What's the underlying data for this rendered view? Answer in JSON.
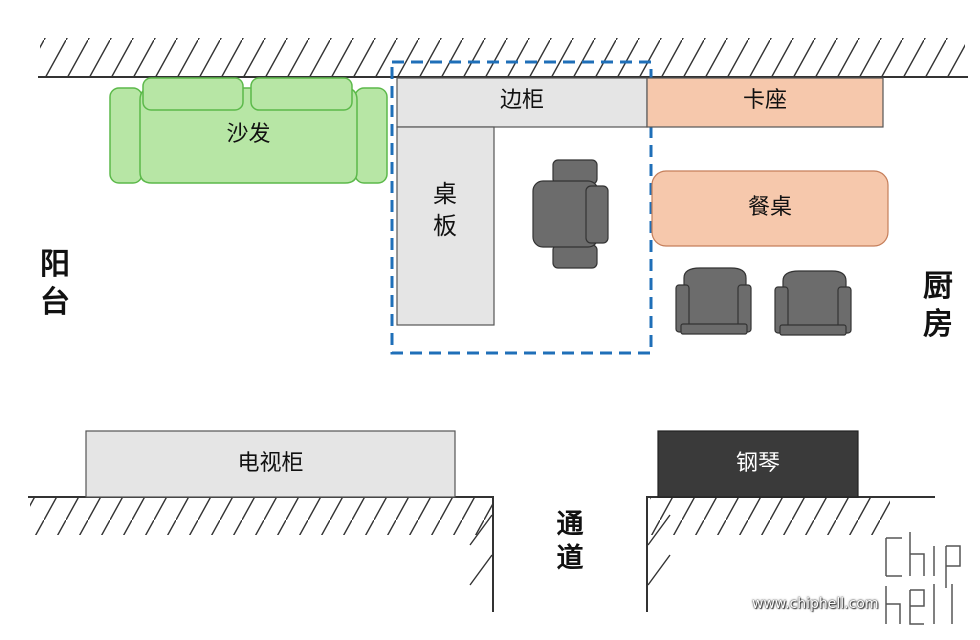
{
  "labels": {
    "sideboard": "边柜",
    "booth_seat": "卡座",
    "sofa": "沙发",
    "desk_board": [
      "桌",
      "板"
    ],
    "dining_table": "餐桌",
    "tv_cabinet": "电视柜",
    "piano": "钢琴"
  },
  "areas": {
    "balcony": [
      "阳",
      "台"
    ],
    "kitchen": [
      "厨",
      "房"
    ],
    "corridor": [
      "通",
      "道"
    ]
  },
  "watermark": {
    "url": "www.chiphell.com"
  },
  "colors": {
    "sofa_fill": "#b7e6a5",
    "sofa_stroke": "#5cb94a",
    "cabinet_fill": "#e5e5e5",
    "booth_fill": "#f6c8ac",
    "chair_fill": "#6c6c6c",
    "piano_fill": "#3a3a3a",
    "study_outline": "#1f6fb8"
  }
}
